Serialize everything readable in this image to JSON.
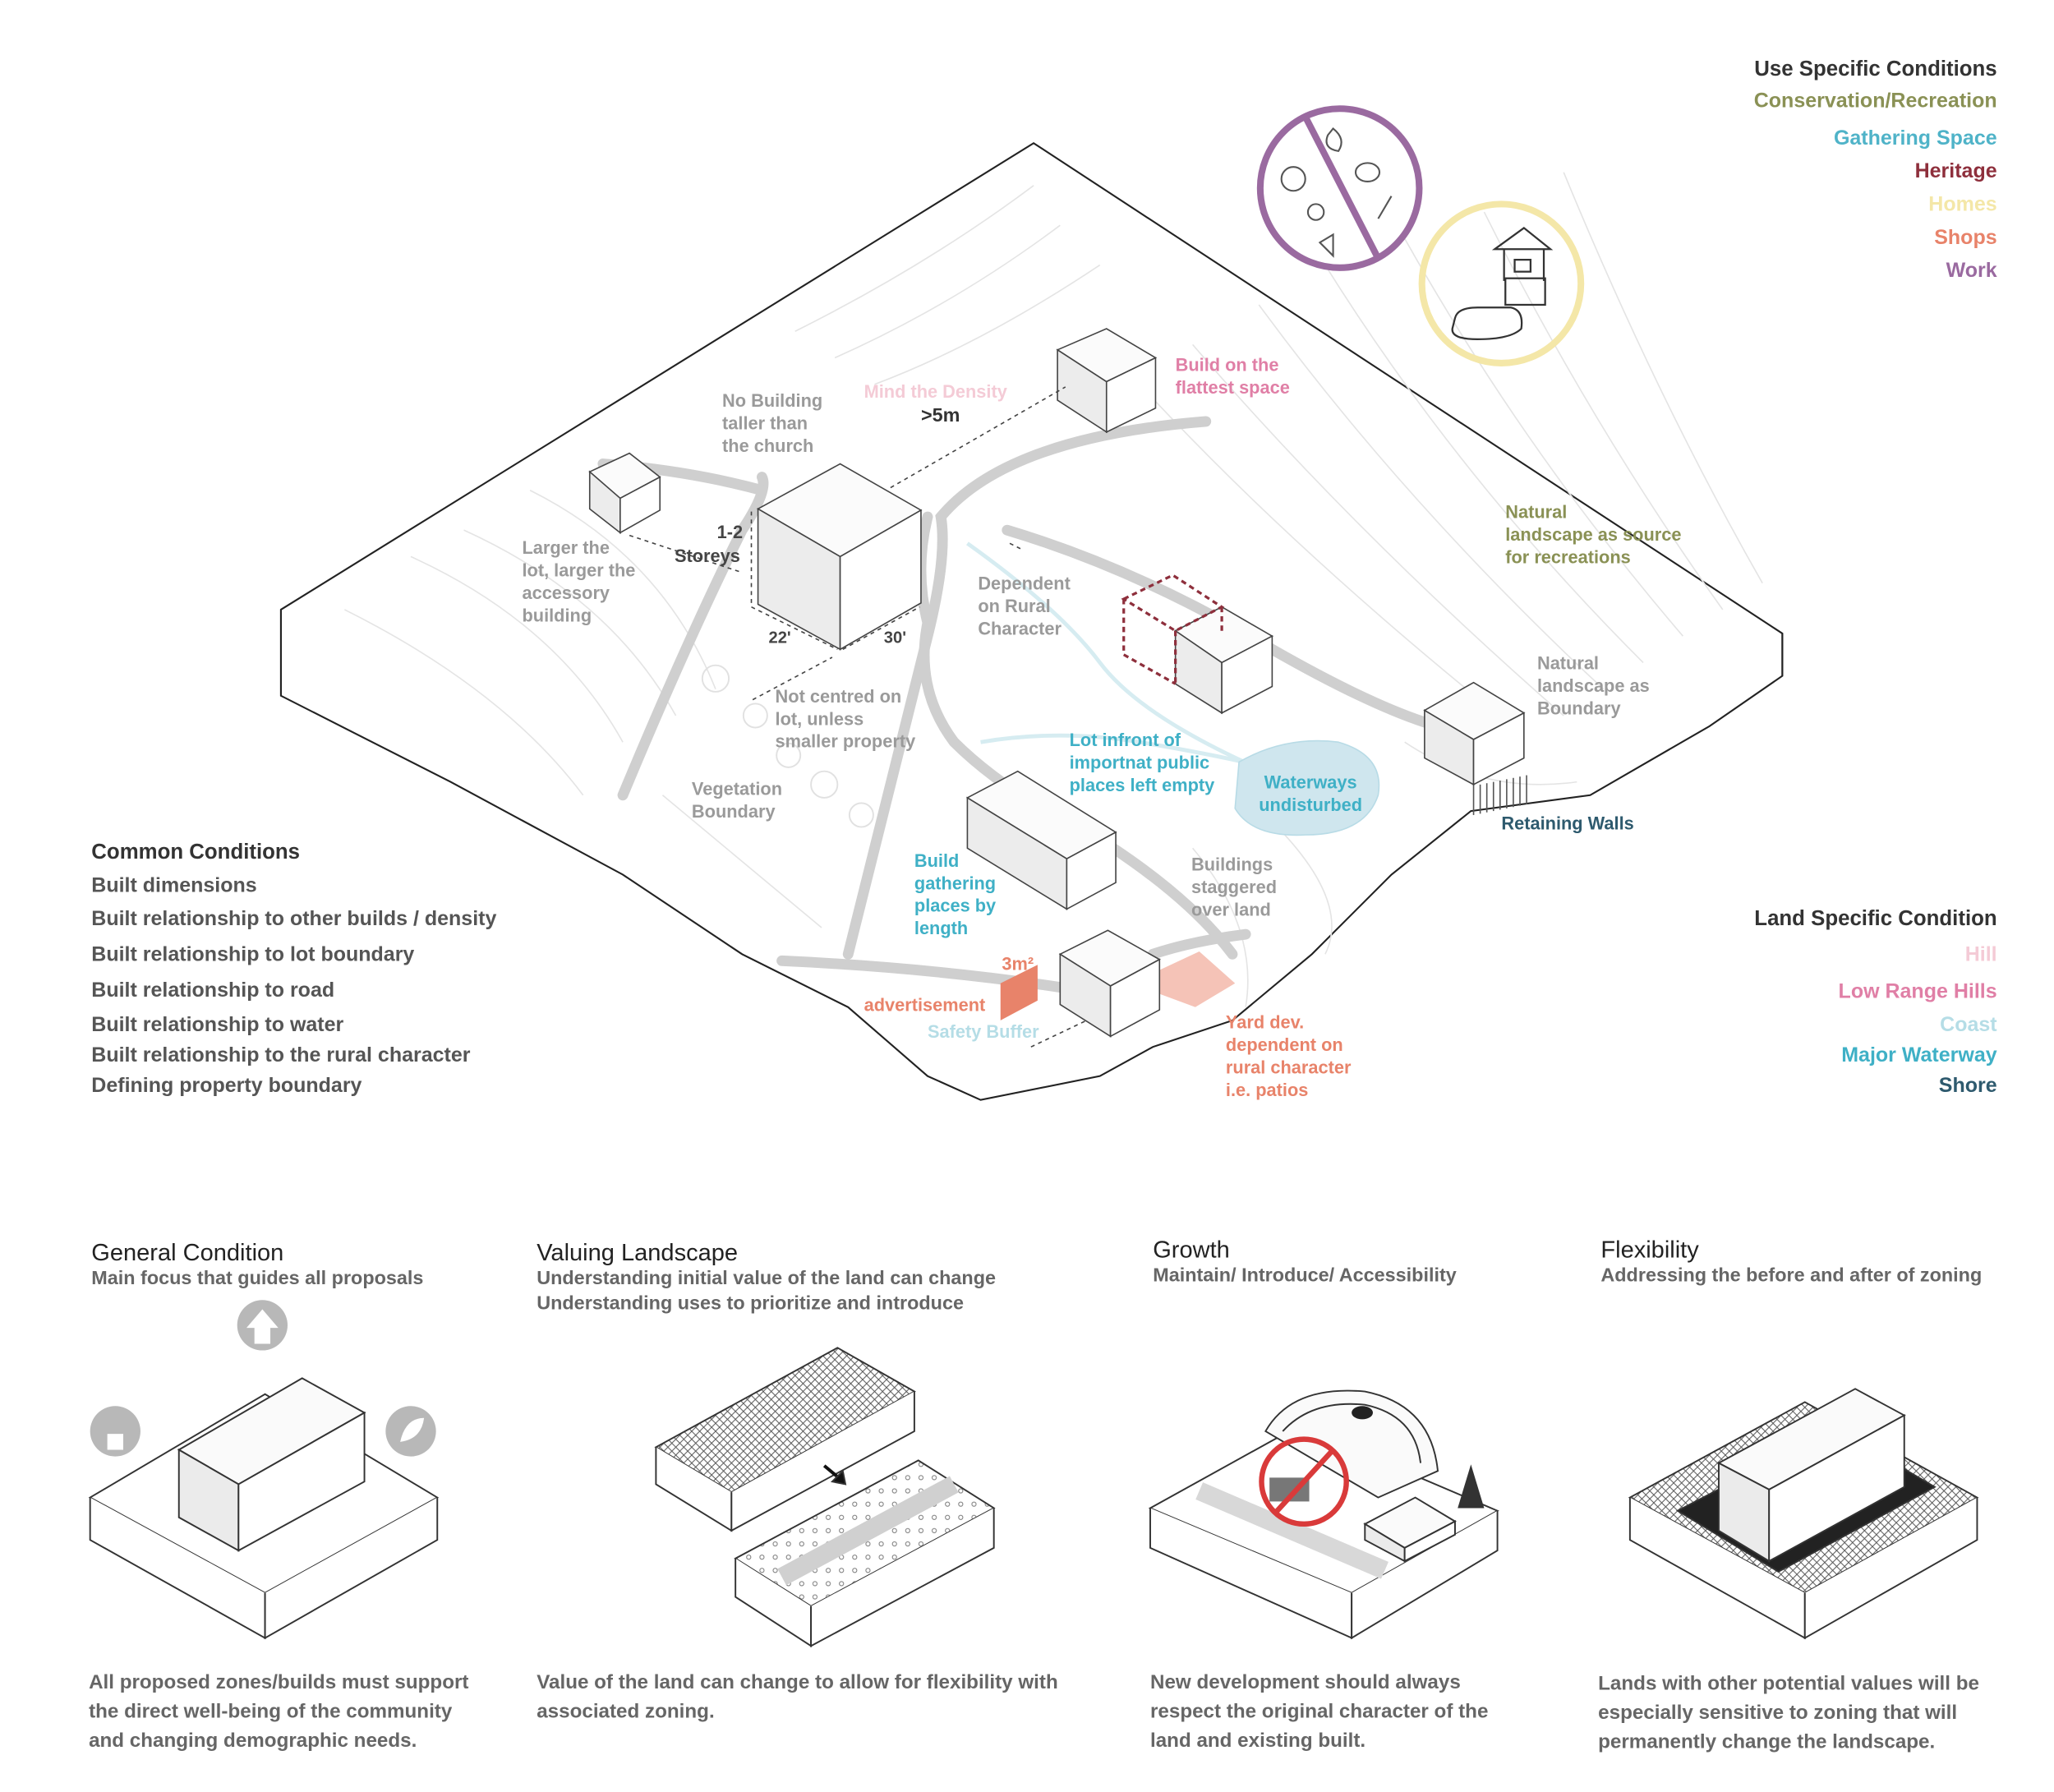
{
  "use_legend": {
    "title": "Use Specific Conditions",
    "items": [
      {
        "label": "Conservation/Recreation",
        "color": "#8a9155"
      },
      {
        "label": "Gathering Space",
        "color": "#4fb3c8"
      },
      {
        "label": "Heritage",
        "color": "#8e2f3c"
      },
      {
        "label": "Homes",
        "color": "#f4e7a8"
      },
      {
        "label": "Shops",
        "color": "#e8836a"
      },
      {
        "label": "Work",
        "color": "#9a6aa0"
      }
    ]
  },
  "land_legend": {
    "title": "Land Specific Condition",
    "items": [
      {
        "label": "Hill",
        "color": "#f4cbd6"
      },
      {
        "label": "Low Range Hills",
        "color": "#e07fa6"
      },
      {
        "label": "Coast",
        "color": "#b5dde6"
      },
      {
        "label": "Major Waterway",
        "color": "#3fb0c6"
      },
      {
        "label": "Shore",
        "color": "#2e5a6e"
      }
    ]
  },
  "common_conditions": {
    "title": "Common Conditions",
    "items": [
      "Built dimensions",
      "Built relationship to other builds / density",
      "Built relationship to lot boundary",
      "Built relationship to road",
      "Built relationship to water",
      "Built relationship to the rural character",
      "Defining property boundary"
    ]
  },
  "map_labels": {
    "no_building": "No Building\ntaller than\nthe church",
    "mind_density": "Mind the Density",
    "gt5m": ">5m",
    "build_flattest": "Build on the\nflattest space",
    "larger_lot": "Larger the\nlot, larger the\naccessory\nbuilding",
    "storeys_num": "1-2",
    "storeys": "Storeys",
    "dim22": "22'",
    "dim30": "30'",
    "dependent": "Dependent\non Rural\nCharacter",
    "not_centred": "Not centred on\nlot, unless\nsmaller property",
    "natural_recreation": "Natural\nlandscape as source\nfor recreations",
    "natural_boundary": "Natural\nlandscape as\nBoundary",
    "lot_infront": "Lot infront of\nimportnat public\nplaces left empty",
    "waterways": "Waterways\nundisturbed",
    "retaining": "Retaining Walls",
    "vegetation": "Vegetation\nBoundary",
    "build_gathering": "Build\ngathering\nplaces by\nlength",
    "staggered": "Buildings\nstaggered\nover land",
    "area3m": "3m²",
    "advertisement": "advertisement",
    "safety_buffer": "Safety Buffer",
    "yard": "Yard dev.\ndependent on\nrural character\ni.e. patios"
  },
  "conditions": [
    {
      "title": "General Condition",
      "subtitle": "Main focus that guides all proposals",
      "description": "All proposed zones/builds must support\nthe direct well-being of the community\nand changing demographic needs."
    },
    {
      "title": "Valuing Landscape",
      "subtitle": "Understanding initial value of the land can change\nUnderstanding uses to prioritize and introduce",
      "description": "Value of the land can change to allow for flexibility with\nassociated zoning."
    },
    {
      "title": "Growth",
      "subtitle": "Maintain/ Introduce/ Accessibility",
      "description": "New development should always\nrespect the original character of the\nland and existing built."
    },
    {
      "title": "Flexibility",
      "subtitle": "Addressing the before and after of zoning",
      "description": "Lands with other potential values will be\nespecially sensitive to zoning that will\npermanently change the landscape."
    }
  ]
}
